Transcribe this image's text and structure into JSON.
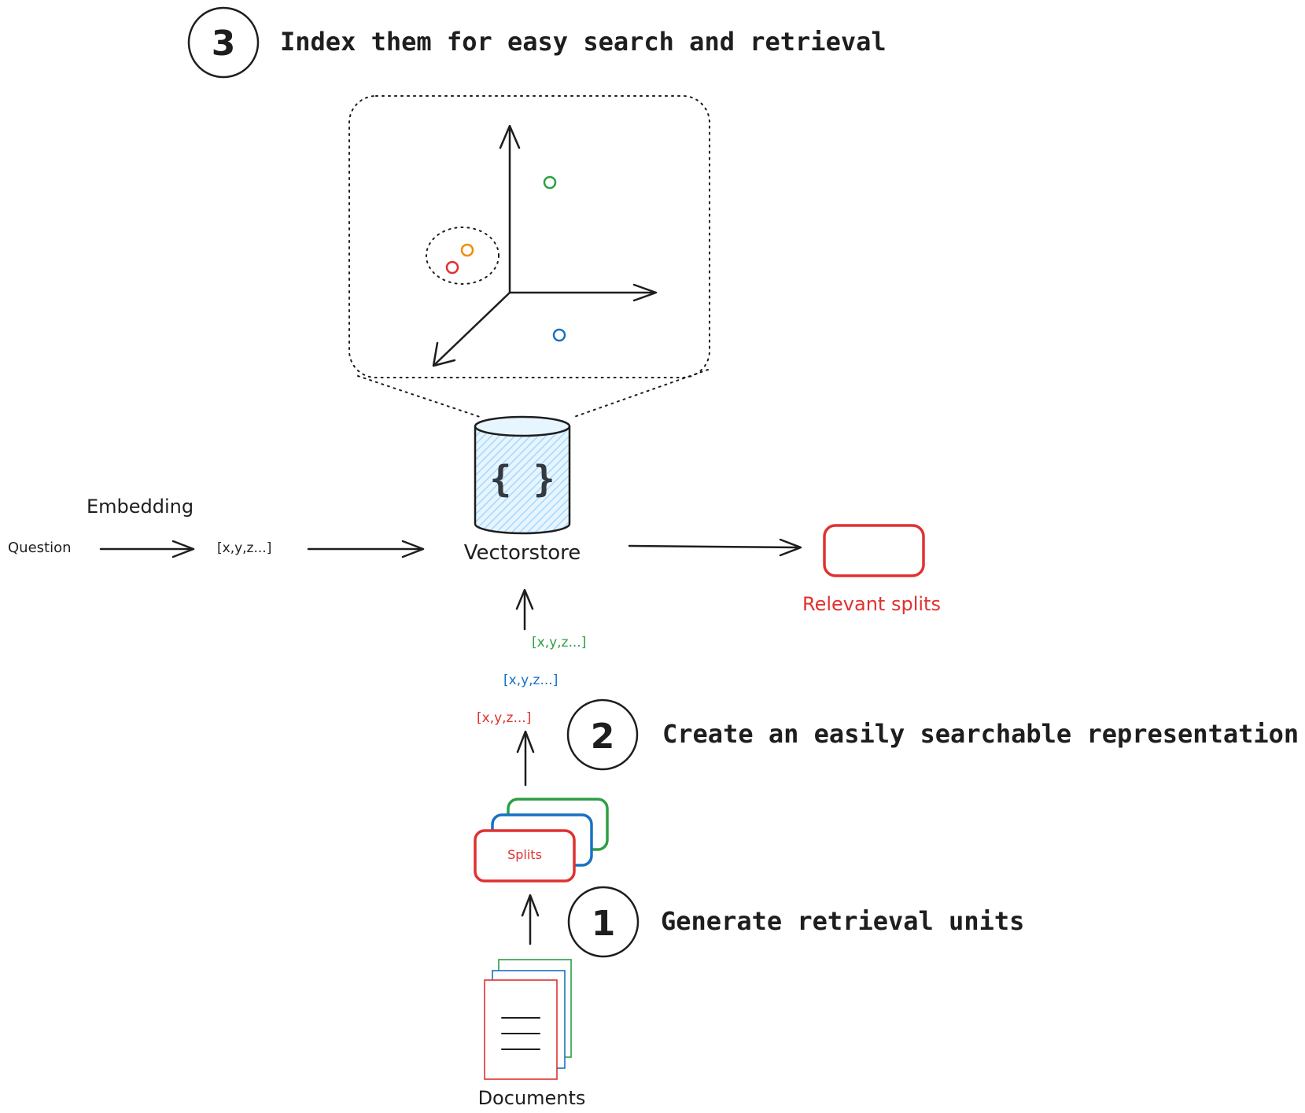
{
  "steps": [
    {
      "number": "1",
      "title": "Generate retrieval units"
    },
    {
      "number": "2",
      "title": "Create an easily searchable representation"
    },
    {
      "number": "3",
      "title": "Index them for easy search and retrieval"
    }
  ],
  "labels": {
    "embedding": "Embedding",
    "question": "Question",
    "question_vector": "[x,y,z...]",
    "vectorstore": "Vectorstore",
    "vectorstore_icon": "{ }",
    "relevant_splits": "Relevant splits",
    "splits": "Splits",
    "documents": "Documents"
  },
  "split_vectors": [
    {
      "text": "[x,y,z...]",
      "color": "#2f9e44"
    },
    {
      "text": "[x,y,z...]",
      "color": "#1971c2"
    },
    {
      "text": "[x,y,z...]",
      "color": "#e03131"
    }
  ],
  "colors": {
    "ink": "#1e1e1e",
    "red": "#e03131",
    "blue": "#1971c2",
    "green": "#2f9e44",
    "orange": "#f08c00",
    "cylinder_fill": "#a5d8ff"
  },
  "icons": {
    "embedding_space": "3d-axes-icon",
    "vectorstore": "database-cylinder-icon",
    "documents": "document-stack-icon",
    "splits": "card-stack-icon"
  }
}
